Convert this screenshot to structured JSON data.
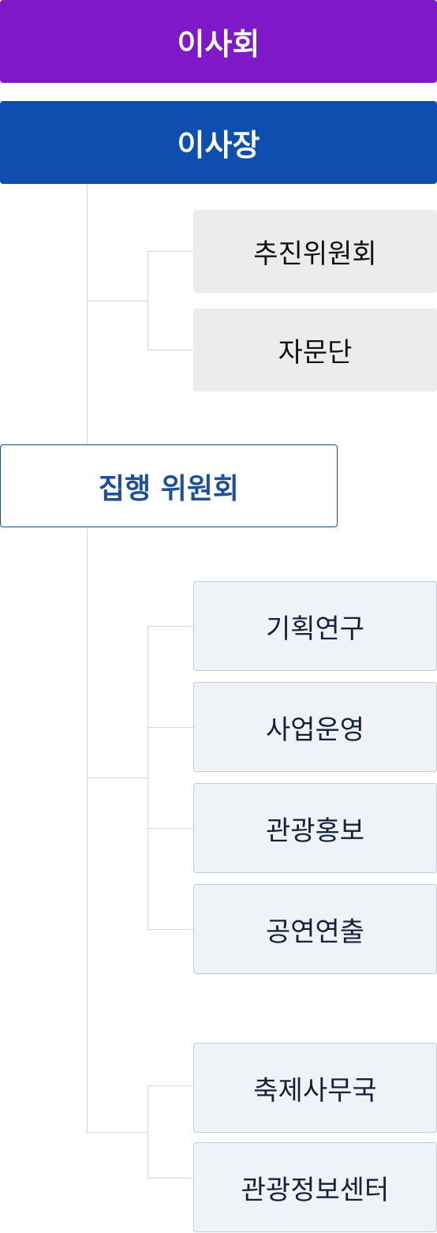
{
  "board": {
    "label": "이사회"
  },
  "chairman": {
    "label": "이사장"
  },
  "advisory_group": [
    {
      "label": "추진위원회"
    },
    {
      "label": "자문단"
    }
  ],
  "executive_committee": {
    "label": "집행 위원회"
  },
  "departments": [
    {
      "label": "기획연구"
    },
    {
      "label": "사업운영"
    },
    {
      "label": "관광홍보"
    },
    {
      "label": "공연연출"
    }
  ],
  "offices": [
    {
      "label": "축제사무국"
    },
    {
      "label": "관광정보센터"
    }
  ],
  "colors": {
    "board_bg": "#7e18c9",
    "chairman_bg": "#0d4eaf",
    "advisory_bg": "#ebecec",
    "exec_border": "#1c4d8e",
    "exec_text": "#1f4f99",
    "dept_bg": "#eff3f8",
    "connector": "#d3d6da"
  }
}
